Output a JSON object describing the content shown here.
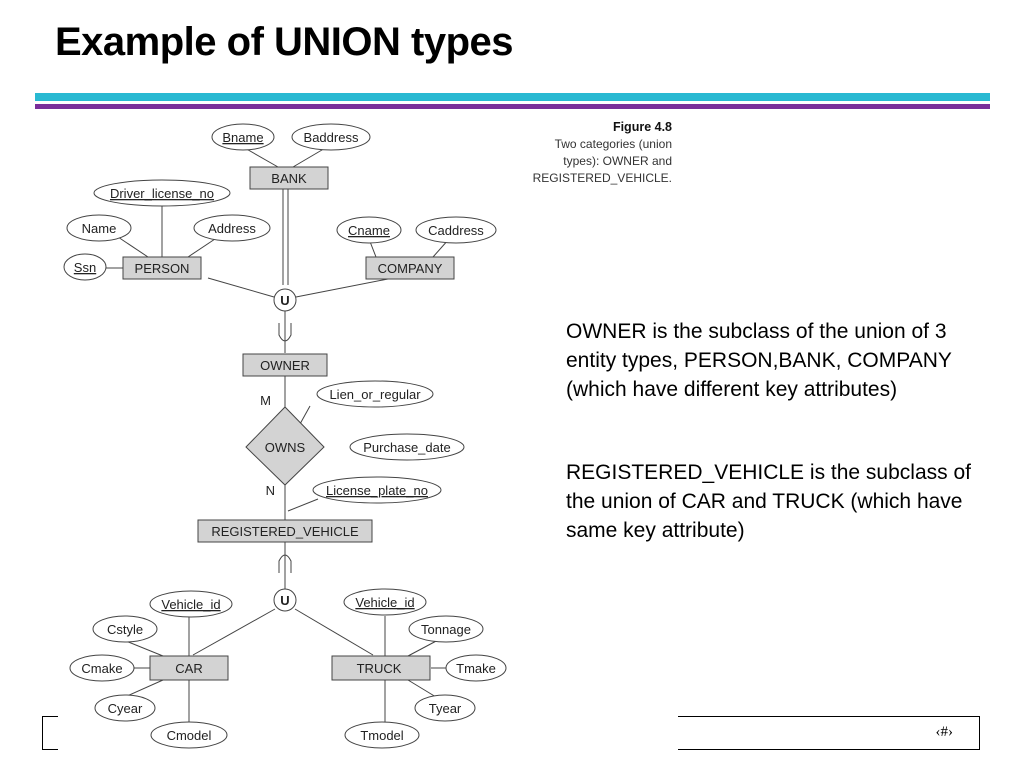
{
  "slide": {
    "title": "Example of UNION types",
    "slide_number": "‹#›"
  },
  "figure": {
    "caption_title": "Figure 4.8",
    "caption_lines": [
      "Two categories (union",
      "types): OWNER and",
      "REGISTERED_VEHICLE."
    ],
    "entities": {
      "bank": "BANK",
      "person": "PERSON",
      "company": "COMPANY",
      "owner": "OWNER",
      "registered_vehicle": "REGISTERED_VEHICLE",
      "car": "CAR",
      "truck": "TRUCK"
    },
    "relationship": "OWNS",
    "union_symbol": "U",
    "cardinality": {
      "owner_side": "M",
      "vehicle_side": "N"
    },
    "attributes": {
      "bname": "Bname",
      "baddress": "Baddress",
      "driver_license_no": "Driver_license_no",
      "name": "Name",
      "address": "Address",
      "ssn": "Ssn",
      "cname": "Cname",
      "caddress": "Caddress",
      "lien_or_regular": "Lien_or_regular",
      "purchase_date": "Purchase_date",
      "license_plate_no": "License_plate_no",
      "car_vehicle_id": "Vehicle_id",
      "cstyle": "Cstyle",
      "cmake": "Cmake",
      "cyear": "Cyear",
      "cmodel": "Cmodel",
      "truck_vehicle_id": "Vehicle_id",
      "tonnage": "Tonnage",
      "tmake": "Tmake",
      "tyear": "Tyear",
      "tmodel": "Tmodel"
    }
  },
  "text": {
    "owner_paragraph": "OWNER is the subclass of the union of 3 entity types, PERSON,BANK, COMPANY (which have different key attributes)",
    "vehicle_paragraph": "REGISTERED_VEHICLE is the subclass of the union of CAR and TRUCK (which have same key attribute)"
  }
}
